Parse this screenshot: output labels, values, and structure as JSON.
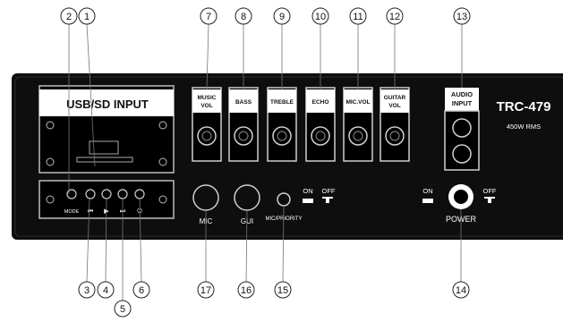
{
  "usb_panel": {
    "title": "USB/SD INPUT"
  },
  "mode_labels": [
    "MODE",
    "⏮",
    "▶",
    "⏭",
    "⏻"
  ],
  "knobs": [
    {
      "line1": "MUSIC",
      "line2": "VOL"
    },
    {
      "line1": "BASS",
      "line2": ""
    },
    {
      "line1": "TREBLE",
      "line2": ""
    },
    {
      "line1": "ECHO",
      "line2": ""
    },
    {
      "line1": "MIC.VOL",
      "line2": ""
    },
    {
      "line1": "GUITAR",
      "line2": "VOL"
    }
  ],
  "audio_input": {
    "line1": "AUDIO",
    "line2": "INPUT"
  },
  "model": {
    "name": "TRC-479",
    "power_rating": "450W RMS"
  },
  "jacks": {
    "mic": "MIC",
    "gui": "GUI",
    "mic_priority": "MIC/PRIORITY"
  },
  "switch_labels": {
    "on": "ON",
    "off": "OFF"
  },
  "power": {
    "label": "POWER",
    "on": "ON",
    "off": "OFF"
  },
  "callouts": [
    "1",
    "2",
    "3",
    "4",
    "5",
    "6",
    "7",
    "8",
    "9",
    "10",
    "11",
    "12",
    "13",
    "14",
    "15",
    "16",
    "17"
  ]
}
